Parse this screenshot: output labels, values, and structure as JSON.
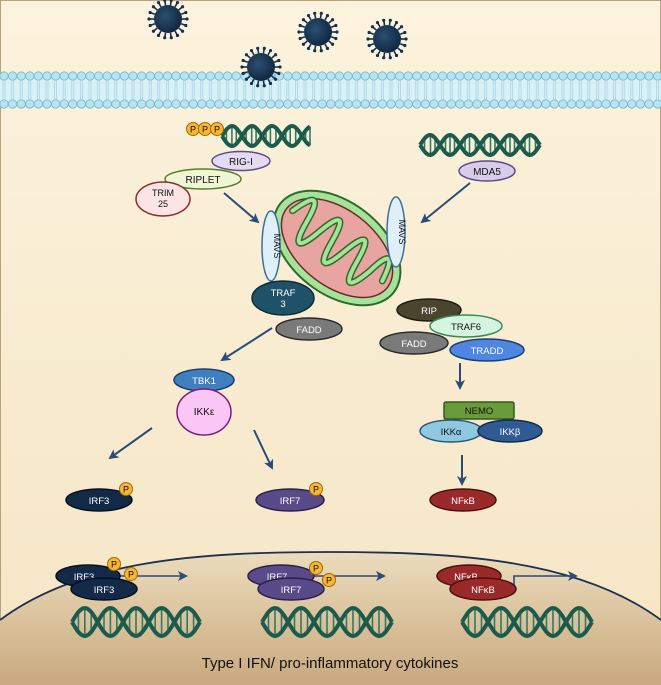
{
  "labels": {
    "rig_i": "RIG-I",
    "riplet": "RIPLET",
    "trim25_line1": "TRIM",
    "trim25_line2": "25",
    "mda5": "MDA5",
    "mavs_left": "MAVS",
    "mavs_right": "MAVS",
    "traf3_line1": "TRAF",
    "traf3_line2": "3",
    "fadd_left": "FADD",
    "rip": "RIP",
    "traf6": "TRAF6",
    "fadd_right": "FADD",
    "tradd": "TRADD",
    "tbk1": "TBK1",
    "ikke": "IKKε",
    "nemo": "NEMO",
    "ikka": "IKKα",
    "ikkb": "IKKβ",
    "irf3": "IRF3",
    "irf7": "IRF7",
    "nfkb": "NFκB",
    "irf3_dimer_back": "IRF3",
    "irf3_dimer_front": "IRF3",
    "irf7_dimer_back": "IRF7",
    "irf7_dimer_front": "IRF7",
    "nfkb_dimer_back": "NFκB",
    "nfkb_dimer_front": "NFκB",
    "phosphate": "P",
    "caption": "Type I IFN/ pro-inflammatory cytokines"
  },
  "icons": {
    "virus": "virus-particle",
    "dna": "double-helix",
    "mitochondrion": "mitochondrion",
    "membrane": "lipid-bilayer"
  },
  "colors": {
    "cytoplasm": "#fbefd6",
    "nucleus": "#e9d8b8",
    "membrane": "#b9e3f0",
    "dna": "#1c5b4c",
    "virus": "#13304d",
    "arrow": "#2b4b78",
    "mito_outer": "#a6e39a",
    "mito_inner": "#e8a4a0",
    "phosphate": "#f7b733"
  }
}
